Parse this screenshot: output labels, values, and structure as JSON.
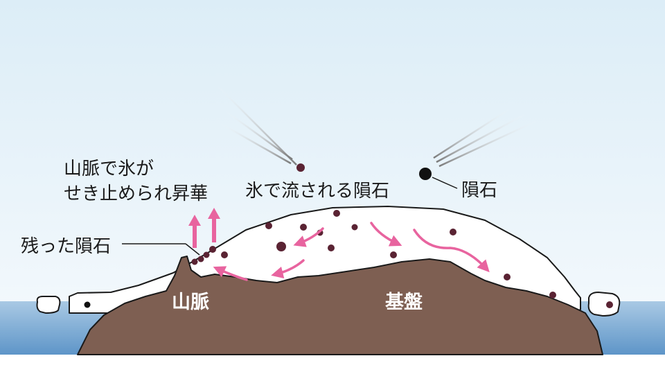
{
  "labels": {
    "sublimation_line1": "山脈で氷が",
    "sublimation_line2": "せき止められ昇華",
    "remaining_meteorites": "残った隕石",
    "ice_flow": "氷で流される隕石",
    "meteorite": "隕石",
    "mountains": "山脈",
    "bedrock": "基盤"
  },
  "colors": {
    "sky_top": "#dcedf7",
    "sky_bottom": "#f2f8fc",
    "sea": "#5b93c7",
    "ice": "#ffffff",
    "rock": "#7e5f52",
    "outline": "#1a1a1a",
    "meteorite_dark": "#5a2333",
    "arrow_pink": "#e8649f",
    "streak": "#8a8a8a"
  },
  "icons": {
    "meteorite": "black-dot",
    "flow_arrow": "pink-curved-arrow",
    "sublimation_arrow": "pink-up-arrow"
  }
}
